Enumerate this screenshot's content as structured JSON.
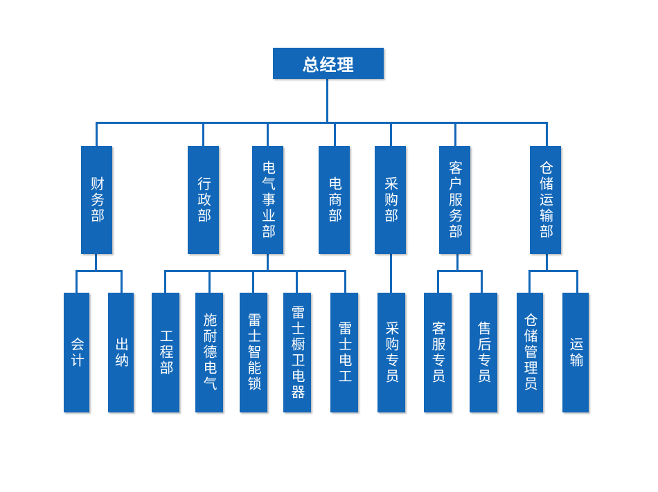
{
  "root": {
    "label": "总经理"
  },
  "departments": [
    {
      "label": "财务部",
      "children": [
        "会计",
        "出纳"
      ]
    },
    {
      "label": "行政部",
      "children": []
    },
    {
      "label": "电气事业部",
      "children": [
        "工程部",
        "施耐德电气",
        "雷士智能锁",
        "雷士橱卫电器",
        "雷士电工"
      ]
    },
    {
      "label": "电商部",
      "children": []
    },
    {
      "label": "采购部",
      "children": [
        "采购专员"
      ]
    },
    {
      "label": "客户服务部",
      "children": [
        "客服专员",
        "售后专员"
      ]
    },
    {
      "label": "仓储运输部",
      "children": [
        "仓储管理员",
        "运输"
      ]
    }
  ],
  "colors": {
    "box": "#1267b8",
    "line": "#1267b8",
    "text": "#ffffff"
  }
}
